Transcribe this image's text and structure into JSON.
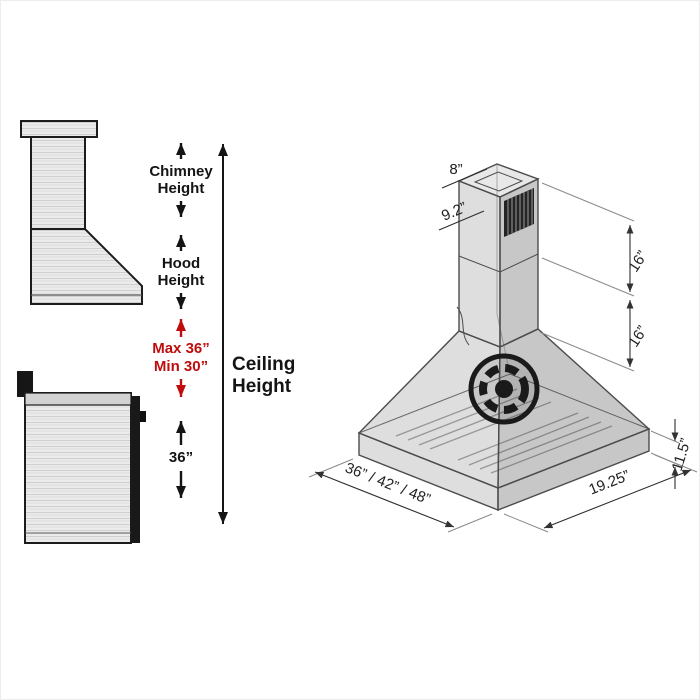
{
  "diagram_type": "range-hood-installation-dimension-diagram",
  "colors": {
    "accent_red": "#bf0d0d",
    "ink": "#141414",
    "steel_light": "#ebebeb",
    "drawing_gray": "#6e6e6e"
  },
  "guide": {
    "chimney_height": {
      "line1": "Chimney",
      "line2": "Height"
    },
    "hood_height": {
      "line1": "Hood",
      "line2": "Height"
    },
    "clearance": {
      "max": "Max 36”",
      "min": "Min 30”"
    },
    "ceiling_height": {
      "line1": "Ceiling",
      "line2": "Height"
    },
    "range_height": "36”"
  },
  "iso_dimensions": {
    "duct_width": "8”",
    "duct_depth": "9.2”",
    "upper_chimney_height": "16”",
    "lower_chimney_height": "16”",
    "hood_body_height": "11.5”",
    "hood_widths": "36” / 42” / 48”",
    "hood_depth": "19.25”"
  }
}
